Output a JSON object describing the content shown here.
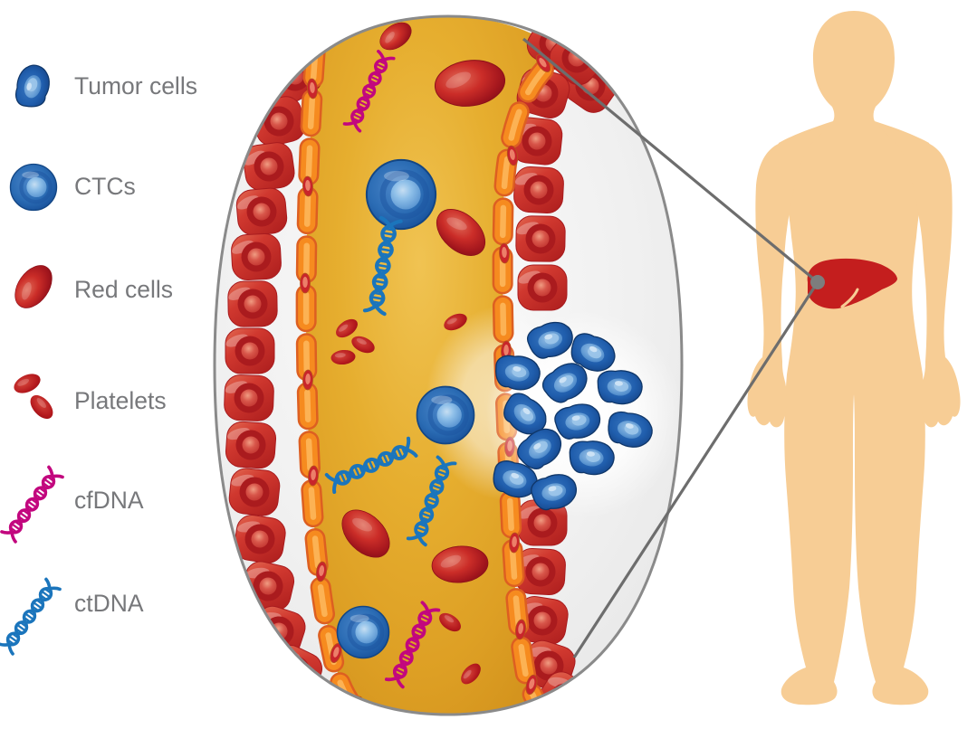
{
  "legend": {
    "text_color": "#77787b",
    "items": [
      {
        "label": "Tumor cells",
        "icon": "tumor-cell-icon",
        "color": "#1f5fae"
      },
      {
        "label": "CTCs",
        "icon": "ctc-icon",
        "color": "#2a6cb4"
      },
      {
        "label": "Red cells",
        "icon": "red-cell-icon",
        "color": "#c62b28"
      },
      {
        "label": "Platelets",
        "icon": "platelet-icon",
        "color": "#b51a1e"
      },
      {
        "label": "cfDNA",
        "icon": "cfdna-icon",
        "color": "#c2077e"
      },
      {
        "label": "ctDNA",
        "icon": "ctdna-icon",
        "color": "#1b75bc"
      }
    ]
  },
  "diagram": {
    "magnifier": {
      "fill": "#eeeeee",
      "stroke": "#8a8a8a"
    },
    "vessel": {
      "plasma_color": "#e2a82b",
      "endothelium_color": "#f68b1f",
      "wall_cell_color": "#c1272d"
    },
    "cells": {
      "ctc_color": "#2a6cb4",
      "tumor_cell_color": "#1f5fae",
      "red_cell_color": "#c62b28",
      "platelet_color": "#b51a1e"
    },
    "dna": {
      "cfdna_color": "#c2077e",
      "ctdna_color": "#1b75bc"
    },
    "body": {
      "skin_color": "#f7cd95",
      "organ": "liver",
      "organ_color": "#c41e1e"
    },
    "callout": {
      "line_color": "#6d6d6d",
      "dot_color": "#7d7d7d"
    }
  }
}
